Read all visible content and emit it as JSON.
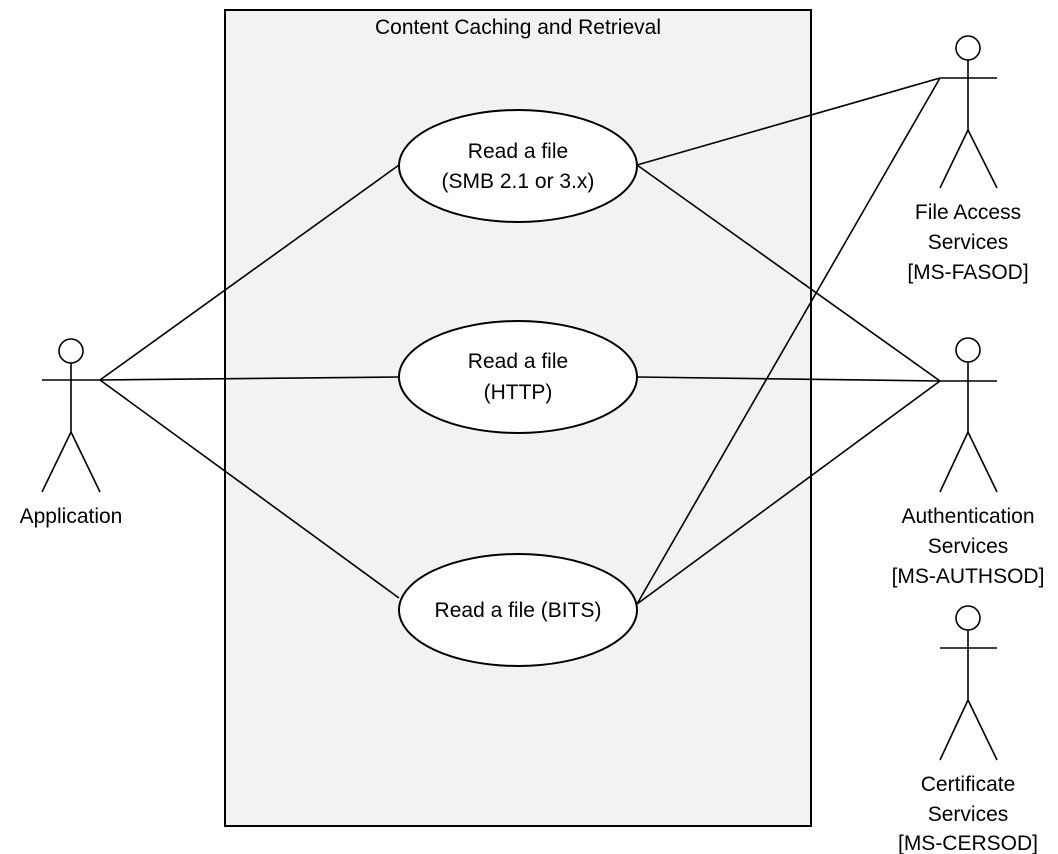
{
  "system_boundary": {
    "title": "Content Caching and Retrieval"
  },
  "use_cases": [
    {
      "id": "smb",
      "lines": [
        "Read a file",
        "(SMB 2.1 or 3.x)"
      ]
    },
    {
      "id": "http",
      "lines": [
        "Read a file",
        "(HTTP)"
      ]
    },
    {
      "id": "bits",
      "lines": [
        "Read a file (BITS)"
      ]
    }
  ],
  "actors": [
    {
      "id": "application",
      "lines": [
        "Application"
      ]
    },
    {
      "id": "file-access",
      "lines": [
        "File Access",
        "Services",
        "[MS-FASOD]"
      ]
    },
    {
      "id": "authentication",
      "lines": [
        "Authentication",
        "Services",
        "[MS-AUTHSOD]"
      ]
    },
    {
      "id": "certificate",
      "lines": [
        "Certificate",
        "Services",
        "[MS-CERSOD]"
      ]
    }
  ],
  "associations": [
    {
      "from": "application",
      "to": "smb"
    },
    {
      "from": "application",
      "to": "http"
    },
    {
      "from": "application",
      "to": "bits"
    },
    {
      "from": "smb",
      "to": "file-access"
    },
    {
      "from": "smb",
      "to": "authentication"
    },
    {
      "from": "http",
      "to": "authentication"
    },
    {
      "from": "bits",
      "to": "file-access"
    },
    {
      "from": "bits",
      "to": "authentication"
    }
  ]
}
